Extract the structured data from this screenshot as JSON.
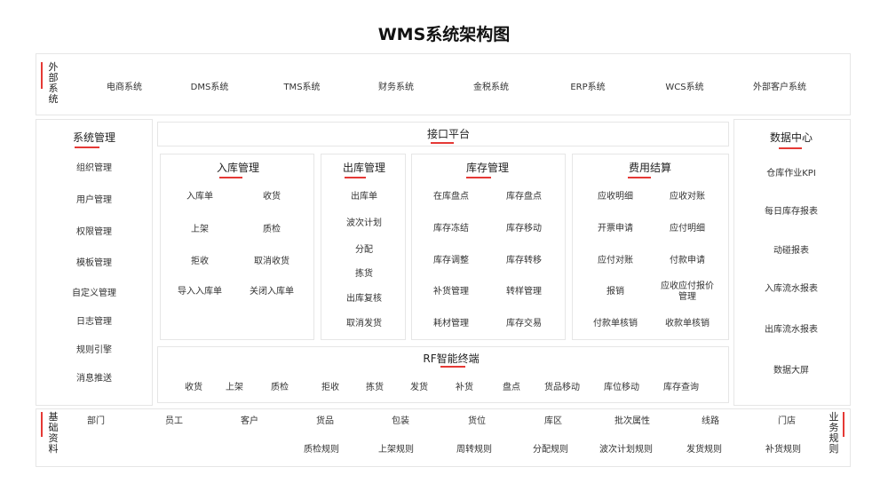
{
  "title": "WMS系统架构图",
  "external": {
    "label": "外部系统",
    "items": [
      "电商系统",
      "DMS系统",
      "TMS系统",
      "财务系统",
      "金税系统",
      "ERP系统",
      "WCS系统",
      "外部客户系统"
    ]
  },
  "system_mgmt": {
    "title": "系统管理",
    "items": [
      "组织管理",
      "用户管理",
      "权限管理",
      "模板管理",
      "自定义管理",
      "日志管理",
      "规则引擎",
      "消息推送"
    ]
  },
  "interface": {
    "title": "接口平台"
  },
  "inbound": {
    "title": "入库管理",
    "items": [
      "入库单",
      "收货",
      "上架",
      "质检",
      "拒收",
      "取消收货",
      "导入入库单",
      "关闭入库单"
    ]
  },
  "outbound": {
    "title": "出库管理",
    "items": [
      "出库单",
      "波次计划",
      "分配",
      "拣货",
      "出库复核",
      "取消发货"
    ]
  },
  "inventory": {
    "title": "库存管理",
    "items": [
      "在库盘点",
      "库存盘点",
      "库存冻结",
      "库存移动",
      "库存调整",
      "库存转移",
      "补货管理",
      "转样管理",
      "耗材管理",
      "库存交易"
    ]
  },
  "fee": {
    "title": "费用结算",
    "items": [
      "应收明细",
      "应收对账",
      "开票申请",
      "应付明细",
      "应付对账",
      "付款申请",
      "报销",
      "应收应付报价管理",
      "付款单核销",
      "收款单核销"
    ]
  },
  "rf": {
    "title": "RF智能终端",
    "items": [
      "收货",
      "上架",
      "质检",
      "拒收",
      "拣货",
      "发货",
      "补货",
      "盘点",
      "货品移动",
      "库位移动",
      "库存查询"
    ]
  },
  "data_center": {
    "title": "数据中心",
    "items": [
      "仓库作业KPI",
      "每日库存报表",
      "动碰报表",
      "入库流水报表",
      "出库流水报表",
      "数据大屏"
    ]
  },
  "base": {
    "label": "基础资料",
    "items": [
      "部门",
      "员工",
      "客户",
      "货品",
      "包装",
      "货位",
      "库区",
      "批次属性",
      "线路",
      "门店"
    ]
  },
  "rules": {
    "label": "业务规则",
    "items": [
      "质检规则",
      "上架规则",
      "周转规则",
      "分配规则",
      "波次计划规则",
      "发货规则",
      "补货规则"
    ]
  },
  "colors": {
    "accent": "#e53935",
    "border": "#e6e6e6"
  }
}
